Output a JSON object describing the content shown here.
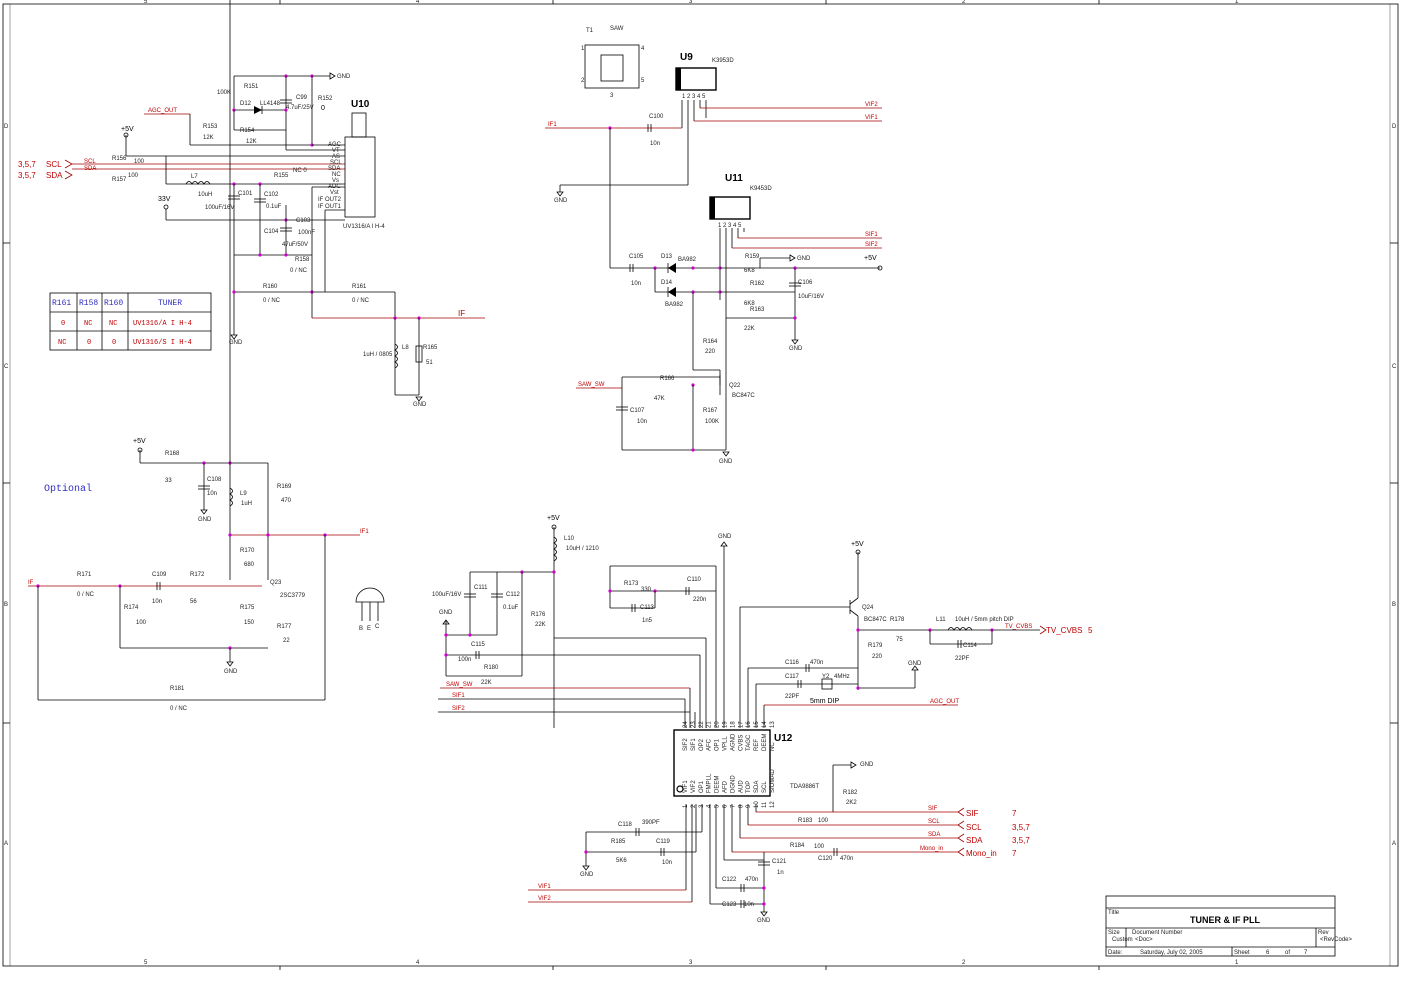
{
  "title_block": {
    "title_label": "Title",
    "title": "TUNER & IF PLL",
    "size_label": "Size",
    "size": "Custom",
    "docnum_label": "Document Number",
    "docnum": "<Doc>",
    "rev_label": "Rev",
    "rev": "<RevCode>",
    "date_label": "Date:",
    "date": "Saturday, July 02, 2005",
    "sheet_label": "Sheet",
    "sheet": "6",
    "of_label": "of",
    "of": "7"
  },
  "border": {
    "cols": [
      "5",
      "4",
      "3",
      "2",
      "1"
    ],
    "rows": [
      "D",
      "C",
      "B",
      "A"
    ]
  },
  "table": {
    "headers": [
      "R161",
      "R158",
      "R160",
      "TUNER"
    ],
    "rows": [
      [
        "0",
        "NC",
        "NC",
        "UV1316/A I H-4"
      ],
      [
        "NC",
        "0",
        "0",
        "UV1316/S I H-4"
      ]
    ]
  },
  "optional_label": "Optional",
  "chips": {
    "u10": {
      "ref": "U10",
      "part": "UV1316/A I H-4",
      "pins": [
        "AGC",
        "VT",
        "AS",
        "SCL",
        "SDA",
        "NC",
        "Vs",
        "ADC",
        "Vst",
        "IF OUT2",
        "IF OUT1"
      ]
    },
    "u9": {
      "ref": "U9",
      "part": "K3953D",
      "pins": "1 2 3 4 5"
    },
    "u11": {
      "ref": "U11",
      "part": "K9453D",
      "pins": "1 2 3 4 5"
    },
    "u12": {
      "ref": "U12",
      "part": "TDA9886T",
      "top_pins": [
        "SIF2",
        "SIF1",
        "OP2",
        "AFC",
        "OP1",
        "VPLL",
        "AGND",
        "CVBS",
        "TAGC",
        "REF",
        "DEEM",
        "NC"
      ],
      "top_nums": [
        "24",
        "23",
        "22",
        "21",
        "20",
        "19",
        "18",
        "17",
        "16",
        "15",
        "14",
        "13"
      ],
      "bot_pins": [
        "VIF1",
        "VIF2",
        "OP1",
        "FMPLL",
        "DEEM",
        "AFD",
        "DGND",
        "AUD",
        "TOP",
        "SDA",
        "SCL",
        "SIOMAD"
      ],
      "bot_nums": [
        "1",
        "2",
        "3",
        "4",
        "5",
        "6",
        "7",
        "8",
        "9",
        "10",
        "11",
        "12"
      ]
    },
    "t1": {
      "ref": "T1",
      "name": "SAW"
    }
  },
  "nets": {
    "agc_out": "AGC_OUT",
    "if1": "IF1",
    "scl": "SCL",
    "sda": "SDA",
    "scl_ref": "3,5,7",
    "sda_ref": "3,5,7",
    "vif2": "VIF2",
    "vif1": "VIF1",
    "sif1": "SIF1",
    "sif2": "SIF2",
    "if": "IF",
    "if1b": "IF1",
    "ifin": "IF",
    "saw_sw": "SAW_SW",
    "saw_sw2": "SAW_SW",
    "sif1b": "SIF1",
    "sif2b": "SIF2",
    "agc_out2": "AGC_OUT",
    "tv_cvbs": "TV_CVBS",
    "tv_cvbs_ref": "5",
    "sif_out": "SIF",
    "sif_ref": "7",
    "scl_out": "SCL",
    "scl_out_ref": "3,5,7",
    "sda_out": "SDA",
    "sda_out_ref": "3,5,7",
    "mono_in": "Mono_in",
    "mono_ref": "7",
    "vif1b": "VIF1",
    "vif2b": "VIF2",
    "gnd": "GND",
    "p5v": "+5V",
    "p33v": "33V"
  },
  "components": [
    {
      "id": "R151",
      "val": "100K"
    },
    {
      "id": "D12",
      "val": "LL4148"
    },
    {
      "id": "C99",
      "val": "4.7uF/25V"
    },
    {
      "id": "R152",
      "val": "0"
    },
    {
      "id": "R153",
      "val": "12K"
    },
    {
      "id": "R154",
      "val": "12K"
    },
    {
      "id": "R156",
      "val": "100"
    },
    {
      "id": "R157",
      "val": "100"
    },
    {
      "id": "R155",
      "val": "NC 0"
    },
    {
      "id": "L7",
      "val": "10uH"
    },
    {
      "id": "C101",
      "val": "100uF/16V"
    },
    {
      "id": "C102",
      "val": "0.1uF"
    },
    {
      "id": "C103",
      "val": "100nF"
    },
    {
      "id": "C104",
      "val": "47uF/50V"
    },
    {
      "id": "R158",
      "val": "0 / NC"
    },
    {
      "id": "R160",
      "val": "0 / NC"
    },
    {
      "id": "R161",
      "val": "0 / NC"
    },
    {
      "id": "L8",
      "val": "1uH / 0805"
    },
    {
      "id": "R165",
      "val": "51"
    },
    {
      "id": "C100",
      "val": "10n"
    },
    {
      "id": "C105",
      "val": "10n"
    },
    {
      "id": "D13",
      "val": "BA982"
    },
    {
      "id": "D14",
      "val": "BA982"
    },
    {
      "id": "R159",
      "val": "6K8"
    },
    {
      "id": "R162",
      "val": "6K8"
    },
    {
      "id": "R163",
      "val": "22K"
    },
    {
      "id": "C106",
      "val": "10uF/16V"
    },
    {
      "id": "R164",
      "val": "220"
    },
    {
      "id": "R166",
      "val": "47K"
    },
    {
      "id": "Q22",
      "val": "BC847C"
    },
    {
      "id": "C107",
      "val": "10n"
    },
    {
      "id": "R167",
      "val": "100K"
    },
    {
      "id": "R168",
      "val": "33"
    },
    {
      "id": "C108",
      "val": "10n"
    },
    {
      "id": "L9",
      "val": "1uH"
    },
    {
      "id": "R169",
      "val": "470"
    },
    {
      "id": "R170",
      "val": "680"
    },
    {
      "id": "R171",
      "val": "0 / NC"
    },
    {
      "id": "C109",
      "val": "10n"
    },
    {
      "id": "R172",
      "val": "56"
    },
    {
      "id": "R174",
      "val": "100"
    },
    {
      "id": "Q23",
      "val": "2SC3779"
    },
    {
      "id": "R175",
      "val": "150"
    },
    {
      "id": "R177",
      "val": "22"
    },
    {
      "id": "R181",
      "val": "0 / NC"
    },
    {
      "id": "L10",
      "val": "10uH / 1210"
    },
    {
      "id": "C111",
      "val": "100uF/16V"
    },
    {
      "id": "C112",
      "val": "0.1uF"
    },
    {
      "id": "R176",
      "val": "22K"
    },
    {
      "id": "C115",
      "val": "100n"
    },
    {
      "id": "R180",
      "val": "22K"
    },
    {
      "id": "R173",
      "val": "330"
    },
    {
      "id": "C113",
      "val": "1n5"
    },
    {
      "id": "C110",
      "val": "220n"
    },
    {
      "id": "Q24",
      "val": "BC847C"
    },
    {
      "id": "R178",
      "val": "75"
    },
    {
      "id": "L11",
      "val": "10uH / 5mm pitch DIP"
    },
    {
      "id": "C114",
      "val": "22PF"
    },
    {
      "id": "R179",
      "val": "220"
    },
    {
      "id": "C116",
      "val": "470n"
    },
    {
      "id": "C117",
      "val": "22PF"
    },
    {
      "id": "Y2",
      "val": "4MHz"
    },
    {
      "id": "R182",
      "val": "2K2"
    },
    {
      "id": "R183",
      "val": "100"
    },
    {
      "id": "R184",
      "val": "100"
    },
    {
      "id": "C118",
      "val": "390PF"
    },
    {
      "id": "R185",
      "val": "5K6"
    },
    {
      "id": "C119",
      "val": "10n"
    },
    {
      "id": "C120",
      "val": "470n"
    },
    {
      "id": "C121",
      "val": "1n"
    },
    {
      "id": "C122",
      "val": "470n"
    },
    {
      "id": "C123",
      "val": "10n"
    }
  ],
  "y2_package": "5mm DIP",
  "transistor_pins": [
    "B",
    "E",
    "C"
  ]
}
